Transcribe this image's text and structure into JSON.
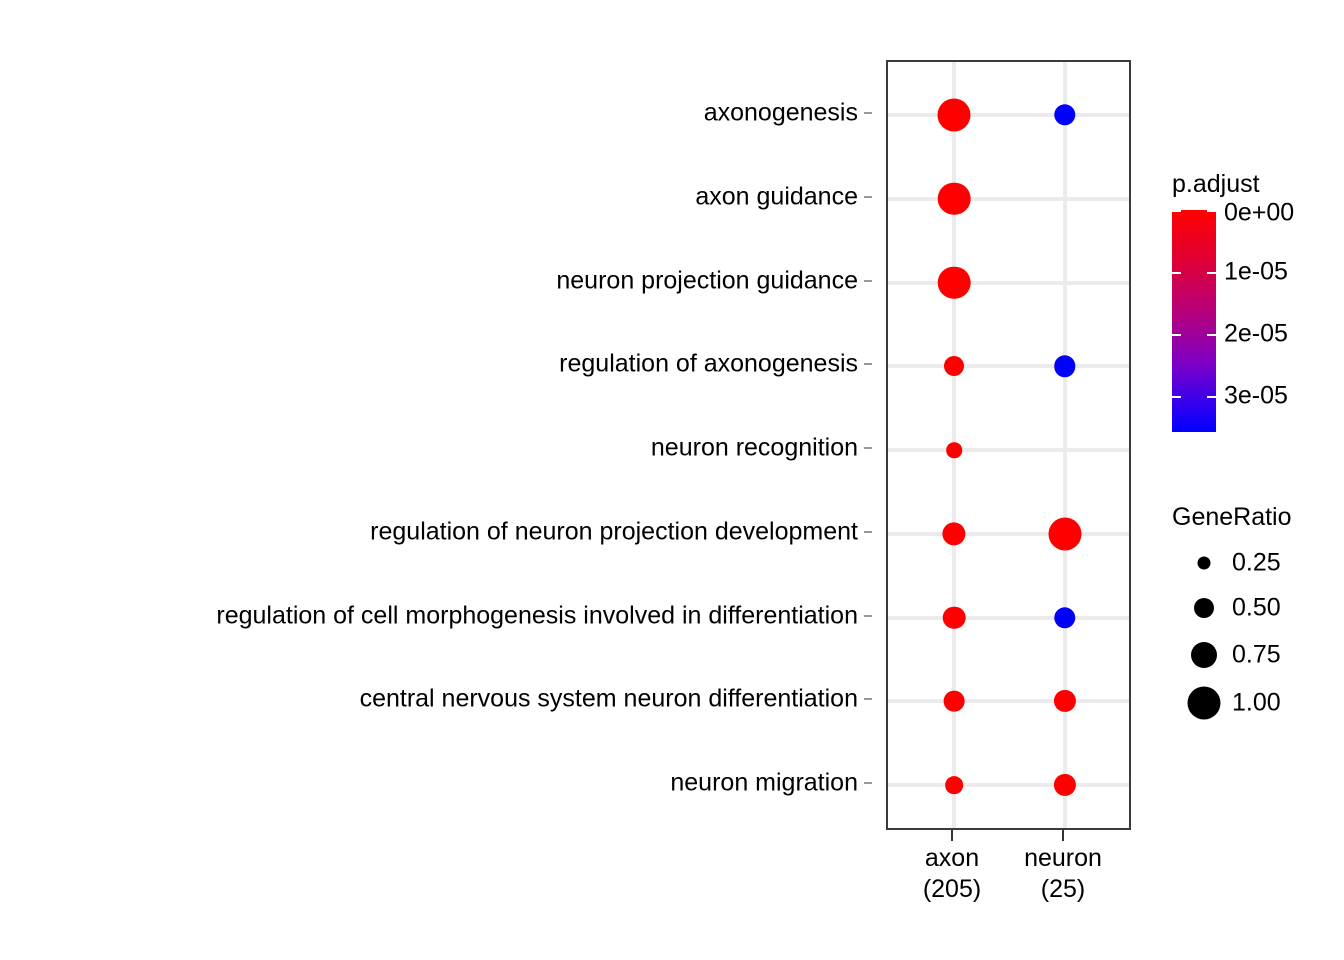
{
  "chart_data": {
    "type": "scatter",
    "subtype": "dotplot",
    "title": "",
    "xlabel": "",
    "ylabel": "",
    "grid": true,
    "x_categories": [
      "axon\n(205)",
      "neuron\n(25)"
    ],
    "x_tick_labels": [
      {
        "name": "axon",
        "count": "(205)"
      },
      {
        "name": "neuron",
        "count": "(25)"
      }
    ],
    "y_categories": [
      "axonogenesis",
      "axon guidance",
      "neuron projection guidance",
      "regulation of axonogenesis",
      "neuron recognition",
      "regulation of neuron projection development",
      "regulation of cell morphogenesis involved in differentiation",
      "central nervous system neuron differentiation",
      "neuron migration"
    ],
    "points": [
      {
        "x": "axon",
        "y": "axonogenesis",
        "GeneRatio": 1.0,
        "p.adjust": 0.0,
        "color": "#ff0000"
      },
      {
        "x": "neuron",
        "y": "axonogenesis",
        "GeneRatio": 0.3,
        "p.adjust": 3.4e-05,
        "color": "#0000ff"
      },
      {
        "x": "axon",
        "y": "axon guidance",
        "GeneRatio": 0.97,
        "p.adjust": 0.0,
        "color": "#ff0000"
      },
      {
        "x": "axon",
        "y": "neuron projection guidance",
        "GeneRatio": 0.97,
        "p.adjust": 0.0,
        "color": "#ff0000"
      },
      {
        "x": "axon",
        "y": "regulation of axonogenesis",
        "GeneRatio": 0.24,
        "p.adjust": 0.0,
        "color": "#ff0000"
      },
      {
        "x": "neuron",
        "y": "regulation of axonogenesis",
        "GeneRatio": 0.3,
        "p.adjust": 3.4e-05,
        "color": "#0000ff"
      },
      {
        "x": "axon",
        "y": "neuron recognition",
        "GeneRatio": 0.1,
        "p.adjust": 0.0,
        "color": "#ff0000"
      },
      {
        "x": "axon",
        "y": "regulation of neuron projection development",
        "GeneRatio": 0.38,
        "p.adjust": 0.0,
        "color": "#ff0000"
      },
      {
        "x": "neuron",
        "y": "regulation of neuron projection development",
        "GeneRatio": 1.0,
        "p.adjust": 0.0,
        "color": "#ff0000"
      },
      {
        "x": "axon",
        "y": "regulation of cell morphogenesis involved in differentiation",
        "GeneRatio": 0.35,
        "p.adjust": 0.0,
        "color": "#ff0000"
      },
      {
        "x": "neuron",
        "y": "regulation of cell morphogenesis involved in differentiation",
        "GeneRatio": 0.3,
        "p.adjust": 3.4e-05,
        "color": "#0000ff"
      },
      {
        "x": "axon",
        "y": "central nervous system neuron differentiation",
        "GeneRatio": 0.27,
        "p.adjust": 0.0,
        "color": "#ff0000"
      },
      {
        "x": "neuron",
        "y": "central nervous system neuron differentiation",
        "GeneRatio": 0.33,
        "p.adjust": 0.0,
        "color": "#ff0000"
      },
      {
        "x": "axon",
        "y": "neuron migration",
        "GeneRatio": 0.16,
        "p.adjust": 0.0,
        "color": "#ff0000"
      },
      {
        "x": "neuron",
        "y": "neuron migration",
        "GeneRatio": 0.33,
        "p.adjust": 0.0,
        "color": "#ff0000"
      }
    ],
    "legends": {
      "color": {
        "title": "p.adjust",
        "ticks": [
          "0e+00",
          "1e-05",
          "2e-05",
          "3e-05"
        ],
        "range": [
          0.0,
          3.5e-05
        ],
        "high_color": "#ff0000",
        "low_color": "#0000ff",
        "position": "right"
      },
      "size": {
        "title": "GeneRatio",
        "breaks": [
          "0.25",
          "0.50",
          "0.75",
          "1.00"
        ],
        "dot_color": "#000000",
        "position": "right"
      }
    }
  },
  "colors": {
    "panel_border": "#3b3b3b",
    "grid": "#ebebeb",
    "background": "#ffffff",
    "text": "#000000"
  }
}
